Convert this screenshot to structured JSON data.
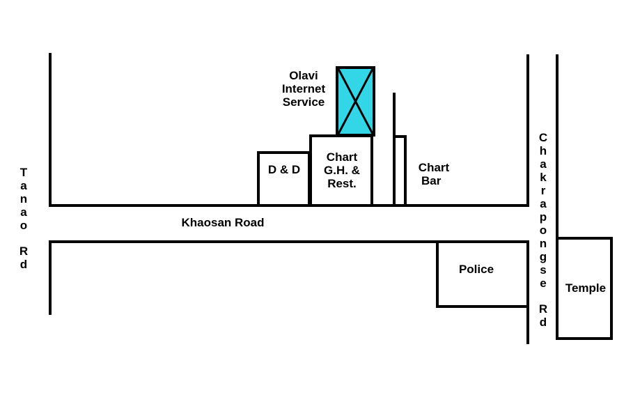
{
  "roads": {
    "khaosan": "Khaosan Road",
    "tanao": [
      "T",
      "a",
      "n",
      "a",
      "o",
      "",
      "R",
      "d"
    ],
    "chakrapongse": [
      "C",
      "h",
      "a",
      "k",
      "r",
      "a",
      "p",
      "o",
      "n",
      "g",
      "s",
      "e",
      "",
      "R",
      "d"
    ]
  },
  "places": {
    "olavi": [
      "Olavi",
      "Internet",
      "Service"
    ],
    "dd": "D & D",
    "chart_gh": [
      "Chart",
      "G.H. &",
      "Rest."
    ],
    "chart_bar": [
      "Chart",
      "Bar"
    ],
    "police": "Police",
    "temple": "Temple"
  },
  "colors": {
    "highlight": "#33d6e6",
    "line": "#000000"
  },
  "icons": {
    "olavi_marker": "cross-box-icon"
  }
}
